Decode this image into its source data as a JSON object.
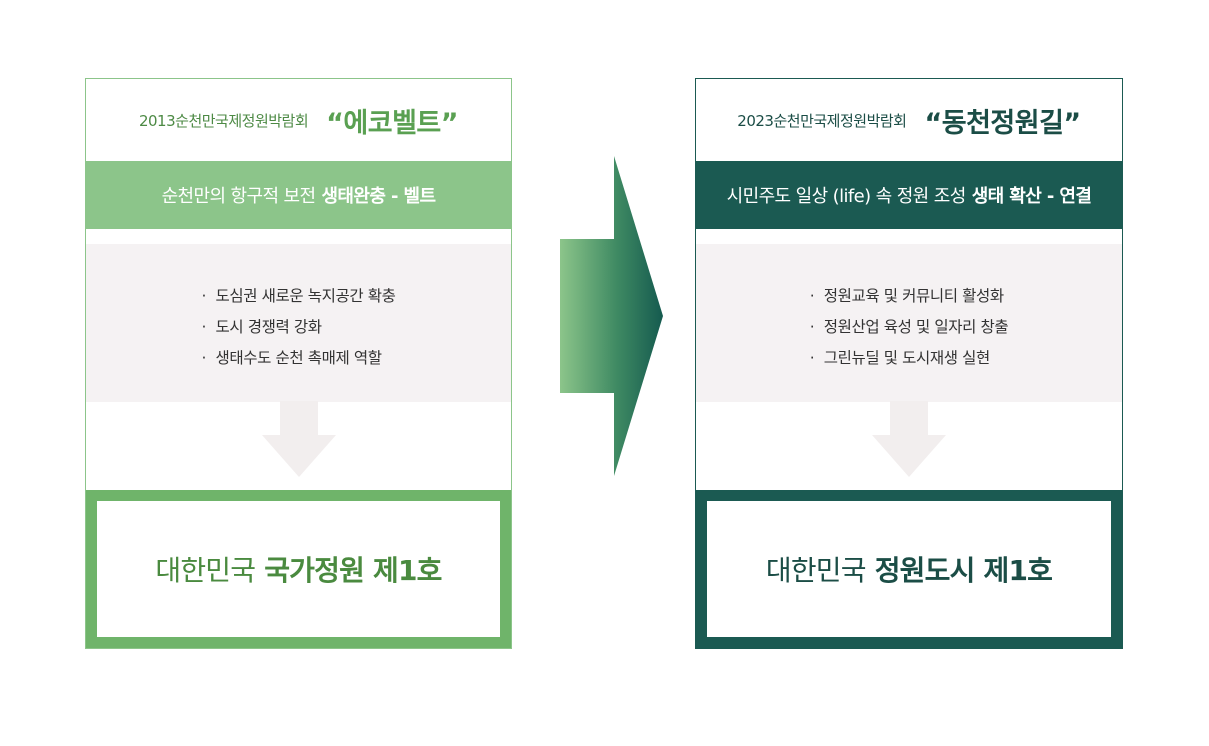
{
  "left": {
    "expo_name": "2013순천만국제정원박람회",
    "theme": "“에코벨트”",
    "band_normal": "순천만의 항구적 보전",
    "band_bold": "생태완충 - 벨트",
    "items": [
      "도심권 새로운 녹지공간 확충",
      "도시 경쟁력 강화",
      "생태수도 순천 촉매제 역할"
    ],
    "result_normal": "대한민국",
    "result_bold": "국가정원 제1호"
  },
  "right": {
    "expo_name": "2023순천만국제정원박람회",
    "theme": "“동천정원길”",
    "band_normal": "시민주도 일상 (life) 속 정원 조성",
    "band_bold": "생태 확산 - 연결",
    "items": [
      "정원교육 및 커뮤니티 활성화",
      "정원산업 육성 및 일자리 창출",
      "그린뉴딜 및 도시재생 실현"
    ],
    "result_normal": "대한민국",
    "result_bold": "정원도시 제1호"
  },
  "bullet": "·",
  "colors": {
    "left_accent": "#8cc58a",
    "left_result_border": "#6fb46a",
    "right_accent": "#1b5a52",
    "list_bg": "#f5f2f3",
    "down_arrow": "#f2eeee"
  },
  "icons": {
    "transition_arrow": "right-arrow-icon",
    "flow_arrow": "down-arrow-icon"
  }
}
